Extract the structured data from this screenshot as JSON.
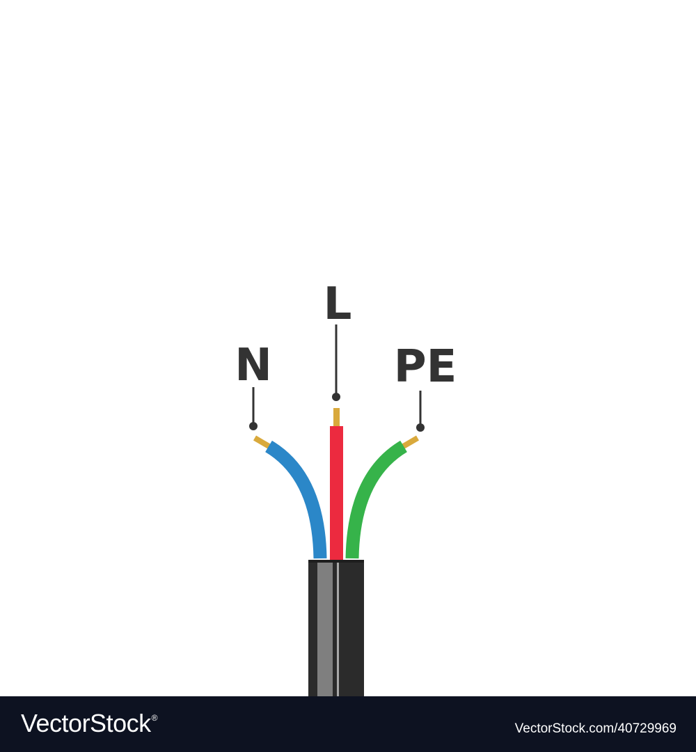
{
  "labels": {
    "neutral": "N",
    "live": "L",
    "earth": "PE"
  },
  "colors": {
    "neutral": "#2b87c8",
    "live": "#ec2a3f",
    "earth": "#36b34a",
    "conductor": "#d9a93c",
    "cable_sheath": "#2b2b2b",
    "label": "#333333",
    "footer_bg": "#0d1221"
  },
  "footer": {
    "brand": "VectorStock",
    "trademark": "®",
    "image_id": "VectorStock.com/40729969"
  }
}
